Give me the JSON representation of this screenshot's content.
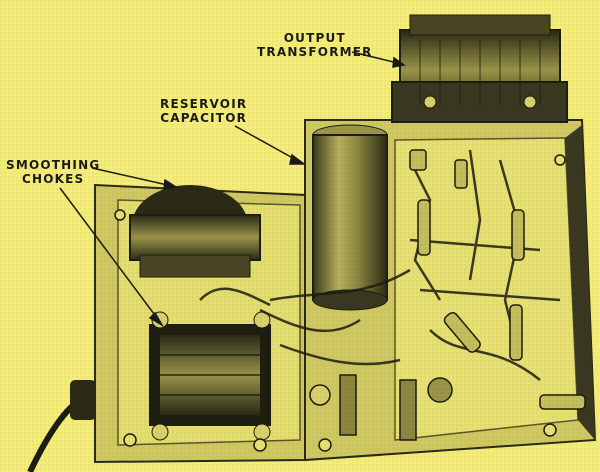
{
  "labels": {
    "output_transformer": {
      "line1": "OUTPUT",
      "line2": "TRANSFORMER"
    },
    "reservoir_capacitor": {
      "line1": "RESERVOIR",
      "line2": "CAPACITOR"
    },
    "smoothing_chokes": {
      "line1": "SMOOTHING",
      "line2": "CHOKES"
    }
  },
  "colors": {
    "background": "#f4ec79",
    "ink": "#1a1a1a",
    "chassis": "#d9d26a"
  }
}
